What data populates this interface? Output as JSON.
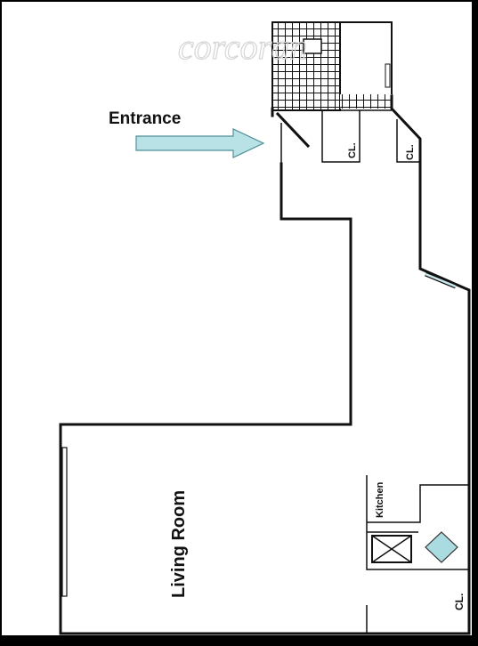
{
  "watermark": "corcoran",
  "labels": {
    "entrance": "Entrance",
    "closet_left": "CL.",
    "closet_right": "CL.",
    "closet_bottom": "CL.",
    "living_room": "Living Room",
    "kitchen": "Kitchen"
  },
  "colors": {
    "arrow_fill": "#b9e2e6",
    "arrow_stroke": "#4f8f98",
    "diamond_fill": "#a9dbe0",
    "window_fill": "#c9e6ea",
    "wall": "#111111"
  },
  "icons": {
    "entrance_arrow": "right-arrow-icon",
    "range": "x-box-icon",
    "sink": "diamond-icon"
  }
}
